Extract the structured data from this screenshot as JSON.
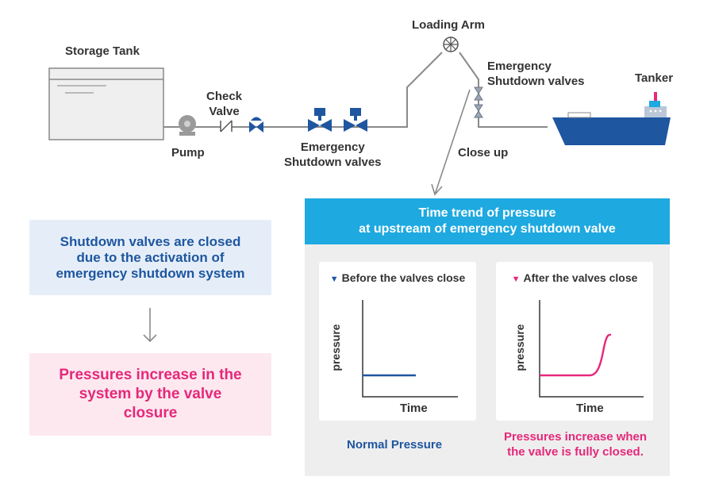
{
  "labels": {
    "storage_tank": "Storage Tank",
    "pump": "Pump",
    "check_valve": "Check\nValve",
    "esd_valves_upstream": "Emergency\nShutdown valves",
    "loading_arm": "Loading Arm",
    "esd_valves_arm": "Emergency\nShutdown valves",
    "tanker": "Tanker",
    "close_up": "Close up"
  },
  "sequence": {
    "cause": "Shutdown valves are closed\ndue to the activation of\nemergency shutdown system",
    "effect": "Pressures increase in the\nsystem by the valve\nclosure"
  },
  "panel": {
    "title": "Time trend of pressure\nat upstream of emergency shutdown valve",
    "before": {
      "title": "Before the valves close",
      "ylabel": "pressure",
      "xlabel": "Time",
      "note": "Normal Pressure"
    },
    "after": {
      "title": "After the valves close",
      "ylabel": "pressure",
      "xlabel": "Time",
      "note": "Pressures increase when\nthe valve is fully closed."
    }
  },
  "colors": {
    "navy": "#1e56a0",
    "sky": "#1ea9e0",
    "pink": "#e5287a",
    "gray_line": "#8a8a8a",
    "text": "#333333"
  }
}
